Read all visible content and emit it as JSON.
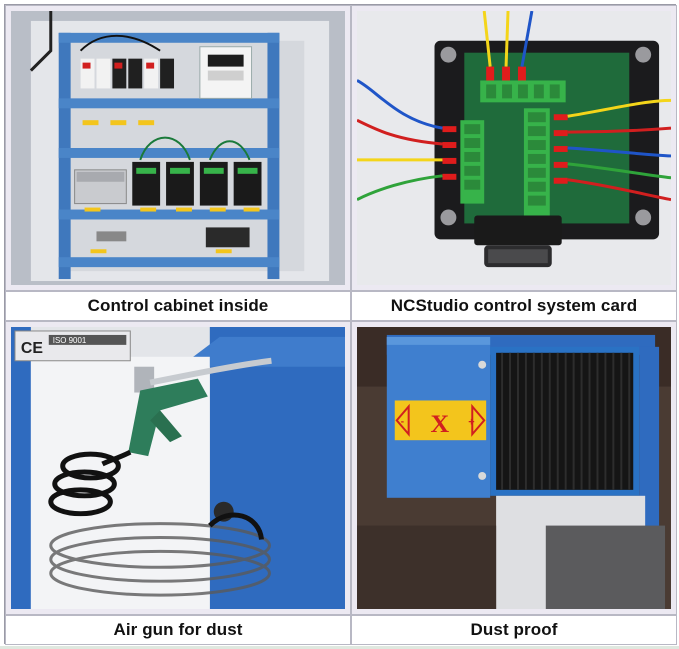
{
  "panels": [
    {
      "caption": "Control cabinet inside",
      "image": "control-cabinet-photo"
    },
    {
      "caption": "NCStudio control system card",
      "image": "control-card-photo"
    },
    {
      "caption": "Air gun for dust",
      "image": "air-gun-photo"
    },
    {
      "caption": "Dust proof",
      "image": "dust-proof-photo"
    }
  ],
  "photo_text": {
    "ce_mark": "CE",
    "iso_label": "ISO 9001",
    "x_axis_label": "X",
    "minus_sign": "-",
    "plus_sign": "+"
  },
  "colors": {
    "machine_blue": "#2f6bbf",
    "cabinet_panel": "#4e86c7",
    "pcb_green": "#1f6b3b",
    "terminal_green": "#37b34a",
    "label_yellow": "#f3c51c",
    "label_red": "#d11f1f"
  }
}
